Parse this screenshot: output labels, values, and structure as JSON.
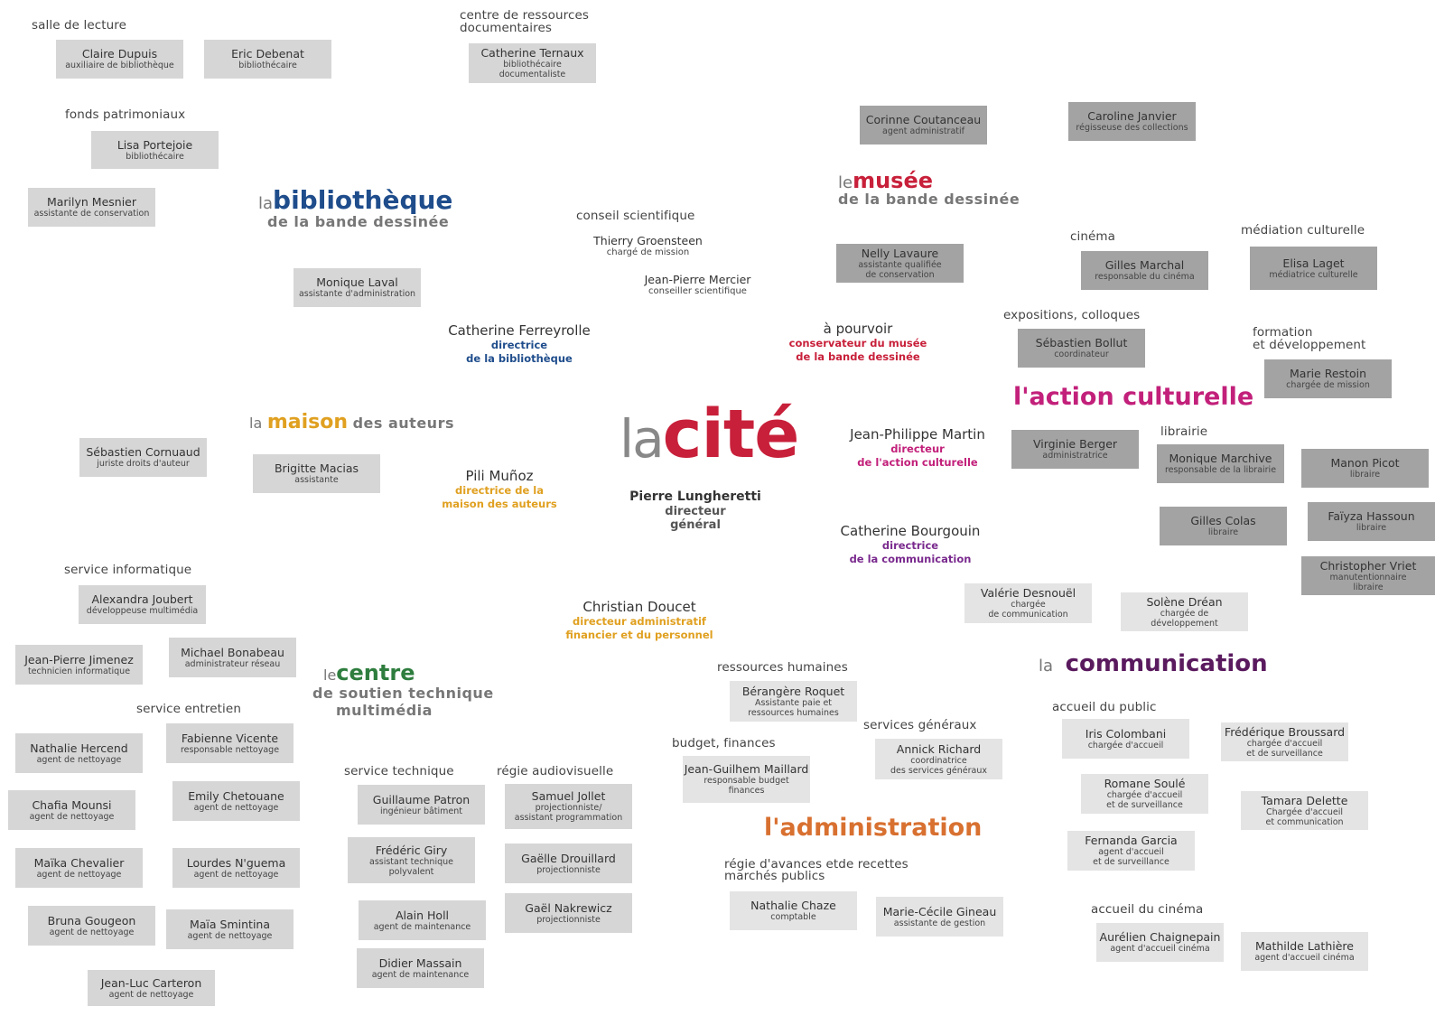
{
  "colors": {
    "bibliotheque": "#1f4d8c",
    "musee": "#c8203a",
    "maison": "#e0a020",
    "action": "#c2207a",
    "communication": "#5a1a5e",
    "centre": "#2e7d3e",
    "administration": "#d87030",
    "cite": "#c8203a",
    "box": "#d6d6d6",
    "box_dark": "#a3a3a3"
  },
  "logos": {
    "cite": {
      "prefix": "la",
      "main": "cité"
    },
    "bibliotheque": {
      "prefix": "la",
      "main": "bibliothèque",
      "sub": "de la bande dessinée"
    },
    "musee": {
      "prefix": "le",
      "main": "musée",
      "sub": "de la bande dessinée"
    },
    "maison": {
      "prefix": "la",
      "main": "maison",
      "sub": "des auteurs"
    },
    "action": {
      "main": "l'action culturelle"
    },
    "communication": {
      "prefix": "la",
      "main": "communication"
    },
    "centre": {
      "prefix": "le",
      "main": "centre",
      "sub1": "de soutien technique",
      "sub2": "multimédia"
    },
    "administration": {
      "main": "l'administration"
    }
  },
  "headers": {
    "salle_lecture": "salle de lecture",
    "centre_ressources_1": "centre de ressources",
    "centre_ressources_2": "documentaires",
    "fonds_patrimoniaux": "fonds patrimoniaux",
    "conseil_scientifique": "conseil scientifique",
    "cinema": "cinéma",
    "mediation": "médiation culturelle",
    "expositions": "expositions, colloques",
    "formation_1": "formation",
    "formation_2": "et développement",
    "librairie": "librairie",
    "service_informatique": "service informatique",
    "service_entretien": "service entretien",
    "service_technique": "service technique",
    "regie_audiovisuelle": "régie audiovisuelle",
    "ressources_humaines": "ressources humaines",
    "budget": "budget, finances",
    "services_generaux": "services généraux",
    "regie_avances_1": "régie d'avances etde recettes",
    "regie_avances_2": "marchés publics",
    "accueil_public": "accueil du public",
    "accueil_cinema": "accueil du cinéma"
  },
  "leaders": {
    "general": {
      "name": "Pierre Lungheretti",
      "t1": "directeur",
      "t2": "général"
    },
    "bibliotheque": {
      "name": "Catherine Ferreyrolle",
      "t1": "directrice",
      "t2": "de la bibliothèque"
    },
    "musee": {
      "name": "à pourvoir",
      "t1": "conservateur du musée",
      "t2": "de la bande dessinée"
    },
    "maison": {
      "name": "Pili Muñoz",
      "t1": "directrice de la",
      "t2": "maison des auteurs"
    },
    "action": {
      "name": "Jean-Philippe Martin",
      "t1": "directeur",
      "t2": "de l'action culturelle"
    },
    "communication": {
      "name": "Catherine Bourgouin",
      "t1": "directrice",
      "t2": "de la communication"
    },
    "administration": {
      "name": "Christian Doucet",
      "t1": "directeur administratif",
      "t2": "financier et du personnel"
    }
  },
  "people": {
    "dupuis": {
      "name": "Claire Dupuis",
      "role": "auxiliaire de bibliothèque"
    },
    "debenat": {
      "name": "Eric Debenat",
      "role": "bibliothécaire"
    },
    "ternaux": {
      "name": "Catherine Ternaux",
      "role1": "bibliothécaire",
      "role2": "documentaliste"
    },
    "portejoie": {
      "name": "Lisa Portejoie",
      "role": "bibliothécaire"
    },
    "mesnier": {
      "name": "Marilyn Mesnier",
      "role": "assistante de conservation"
    },
    "laval": {
      "name": "Monique Laval",
      "role": "assistante d'administration"
    },
    "groensteen": {
      "name": "Thierry Groensteen",
      "role": "chargé de mission"
    },
    "mercier": {
      "name": "Jean-Pierre Mercier",
      "role": "conseiller scientifique"
    },
    "coutanceau": {
      "name": "Corinne Coutanceau",
      "role": "agent administratif"
    },
    "janvier": {
      "name": "Caroline Janvier",
      "role": "régisseuse des collections"
    },
    "lavaure": {
      "name": "Nelly Lavaure",
      "role1": "assistante qualifiée",
      "role2": "de conservation"
    },
    "marchal": {
      "name": "Gilles Marchal",
      "role": "responsable du cinéma"
    },
    "laget": {
      "name": "Elisa Laget",
      "role": "médiatrice culturelle"
    },
    "bollut": {
      "name": "Sébastien Bollut",
      "role": "coordinateur"
    },
    "restoin": {
      "name": "Marie Restoin",
      "role": "chargée de mission"
    },
    "berger": {
      "name": "Virginie Berger",
      "role": "administratrice"
    },
    "marchive": {
      "name": "Monique Marchive",
      "role": "responsable de la librairie"
    },
    "picot": {
      "name": "Manon Picot",
      "role": "libraire"
    },
    "colas": {
      "name": "Gilles Colas",
      "role": "libraire"
    },
    "hassoun": {
      "name": "Faïyza Hassoun",
      "role": "libraire"
    },
    "vriet": {
      "name": "Christopher Vriet",
      "role1": "manutentionnaire",
      "role2": "libraire"
    },
    "cornuaud": {
      "name": "Sébastien Cornuaud",
      "role": "juriste droits d'auteur"
    },
    "macias": {
      "name": "Brigitte Macias",
      "role": "assistante"
    },
    "desnouel": {
      "name": "Valérie Desnouël",
      "role1": "chargée",
      "role2": "de communication"
    },
    "drean": {
      "name": "Solène Dréan",
      "role1": "chargée de",
      "role2": "développement"
    },
    "joubert": {
      "name": "Alexandra Joubert",
      "role": "développeuse multimédia"
    },
    "jimenez": {
      "name": "Jean-Pierre Jimenez",
      "role": "technicien informatique"
    },
    "bonabeau": {
      "name": "Michael Bonabeau",
      "role": "administrateur réseau"
    },
    "hercend": {
      "name": "Nathalie Hercend",
      "role": "agent de nettoyage"
    },
    "vicente": {
      "name": "Fabienne Vicente",
      "role": "responsable nettoyage"
    },
    "mounsi": {
      "name": "Chafia Mounsi",
      "role": "agent de nettoyage"
    },
    "chetouane": {
      "name": "Emily Chetouane",
      "role": "agent de nettoyage"
    },
    "chevalier": {
      "name": "Maïka Chevalier",
      "role": "agent de nettoyage"
    },
    "nguema": {
      "name": "Lourdes N'guema",
      "role": "agent de nettoyage"
    },
    "gougeon": {
      "name": "Bruna Gougeon",
      "role": "agent de nettoyage"
    },
    "smintina": {
      "name": "Maïa Smintina",
      "role": "agent de nettoyage"
    },
    "carteron": {
      "name": "Jean-Luc Carteron",
      "role": "agent de nettoyage"
    },
    "patron": {
      "name": "Guillaume Patron",
      "role": "ingénieur bâtiment"
    },
    "giry": {
      "name": "Frédéric Giry",
      "role1": "assistant technique",
      "role2": "polyvalent"
    },
    "holl": {
      "name": "Alain Holl",
      "role": "agent de maintenance"
    },
    "massain": {
      "name": "Didier Massain",
      "role": "agent de maintenance"
    },
    "jollet": {
      "name": "Samuel Jollet",
      "role1": "projectionniste/",
      "role2": "assistant programmation"
    },
    "drouillard": {
      "name": "Gaëlle Drouillard",
      "role": "projectionniste"
    },
    "nakrewicz": {
      "name": "Gaël Nakrewicz",
      "role": "projectionniste"
    },
    "roquet": {
      "name": "Bérangère Roquet",
      "role1": "Assistante paie et",
      "role2": "ressources humaines"
    },
    "maillard": {
      "name": "Jean-Guilhem Maillard",
      "role1": "responsable budget",
      "role2": "finances"
    },
    "richard": {
      "name": "Annick Richard",
      "role1": "coordinatrice",
      "role2": "des services généraux"
    },
    "chaze": {
      "name": "Nathalie Chaze",
      "role": "comptable"
    },
    "gineau": {
      "name": "Marie-Cécile Gineau",
      "role": "assistante de gestion"
    },
    "colombani": {
      "name": "Iris Colombani",
      "role": "chargée d'accueil"
    },
    "broussard": {
      "name": "Frédérique Broussard",
      "role1": "chargée d'accueil",
      "role2": "et de surveillance"
    },
    "soule": {
      "name": "Romane Soulé",
      "role1": "chargée d'accueil",
      "role2": "et de surveillance"
    },
    "delette": {
      "name": "Tamara Delette",
      "role1": "Chargée d'accueil",
      "role2": "et communication"
    },
    "garcia": {
      "name": "Fernanda Garcia",
      "role1": "agent d'accueil",
      "role2": "et de surveillance"
    },
    "chaignepain": {
      "name": "Aurélien Chaignepain",
      "role": "agent d'accueil cinéma"
    },
    "lathiere": {
      "name": "Mathilde Lathière",
      "role": "agent d'accueil cinéma"
    }
  }
}
